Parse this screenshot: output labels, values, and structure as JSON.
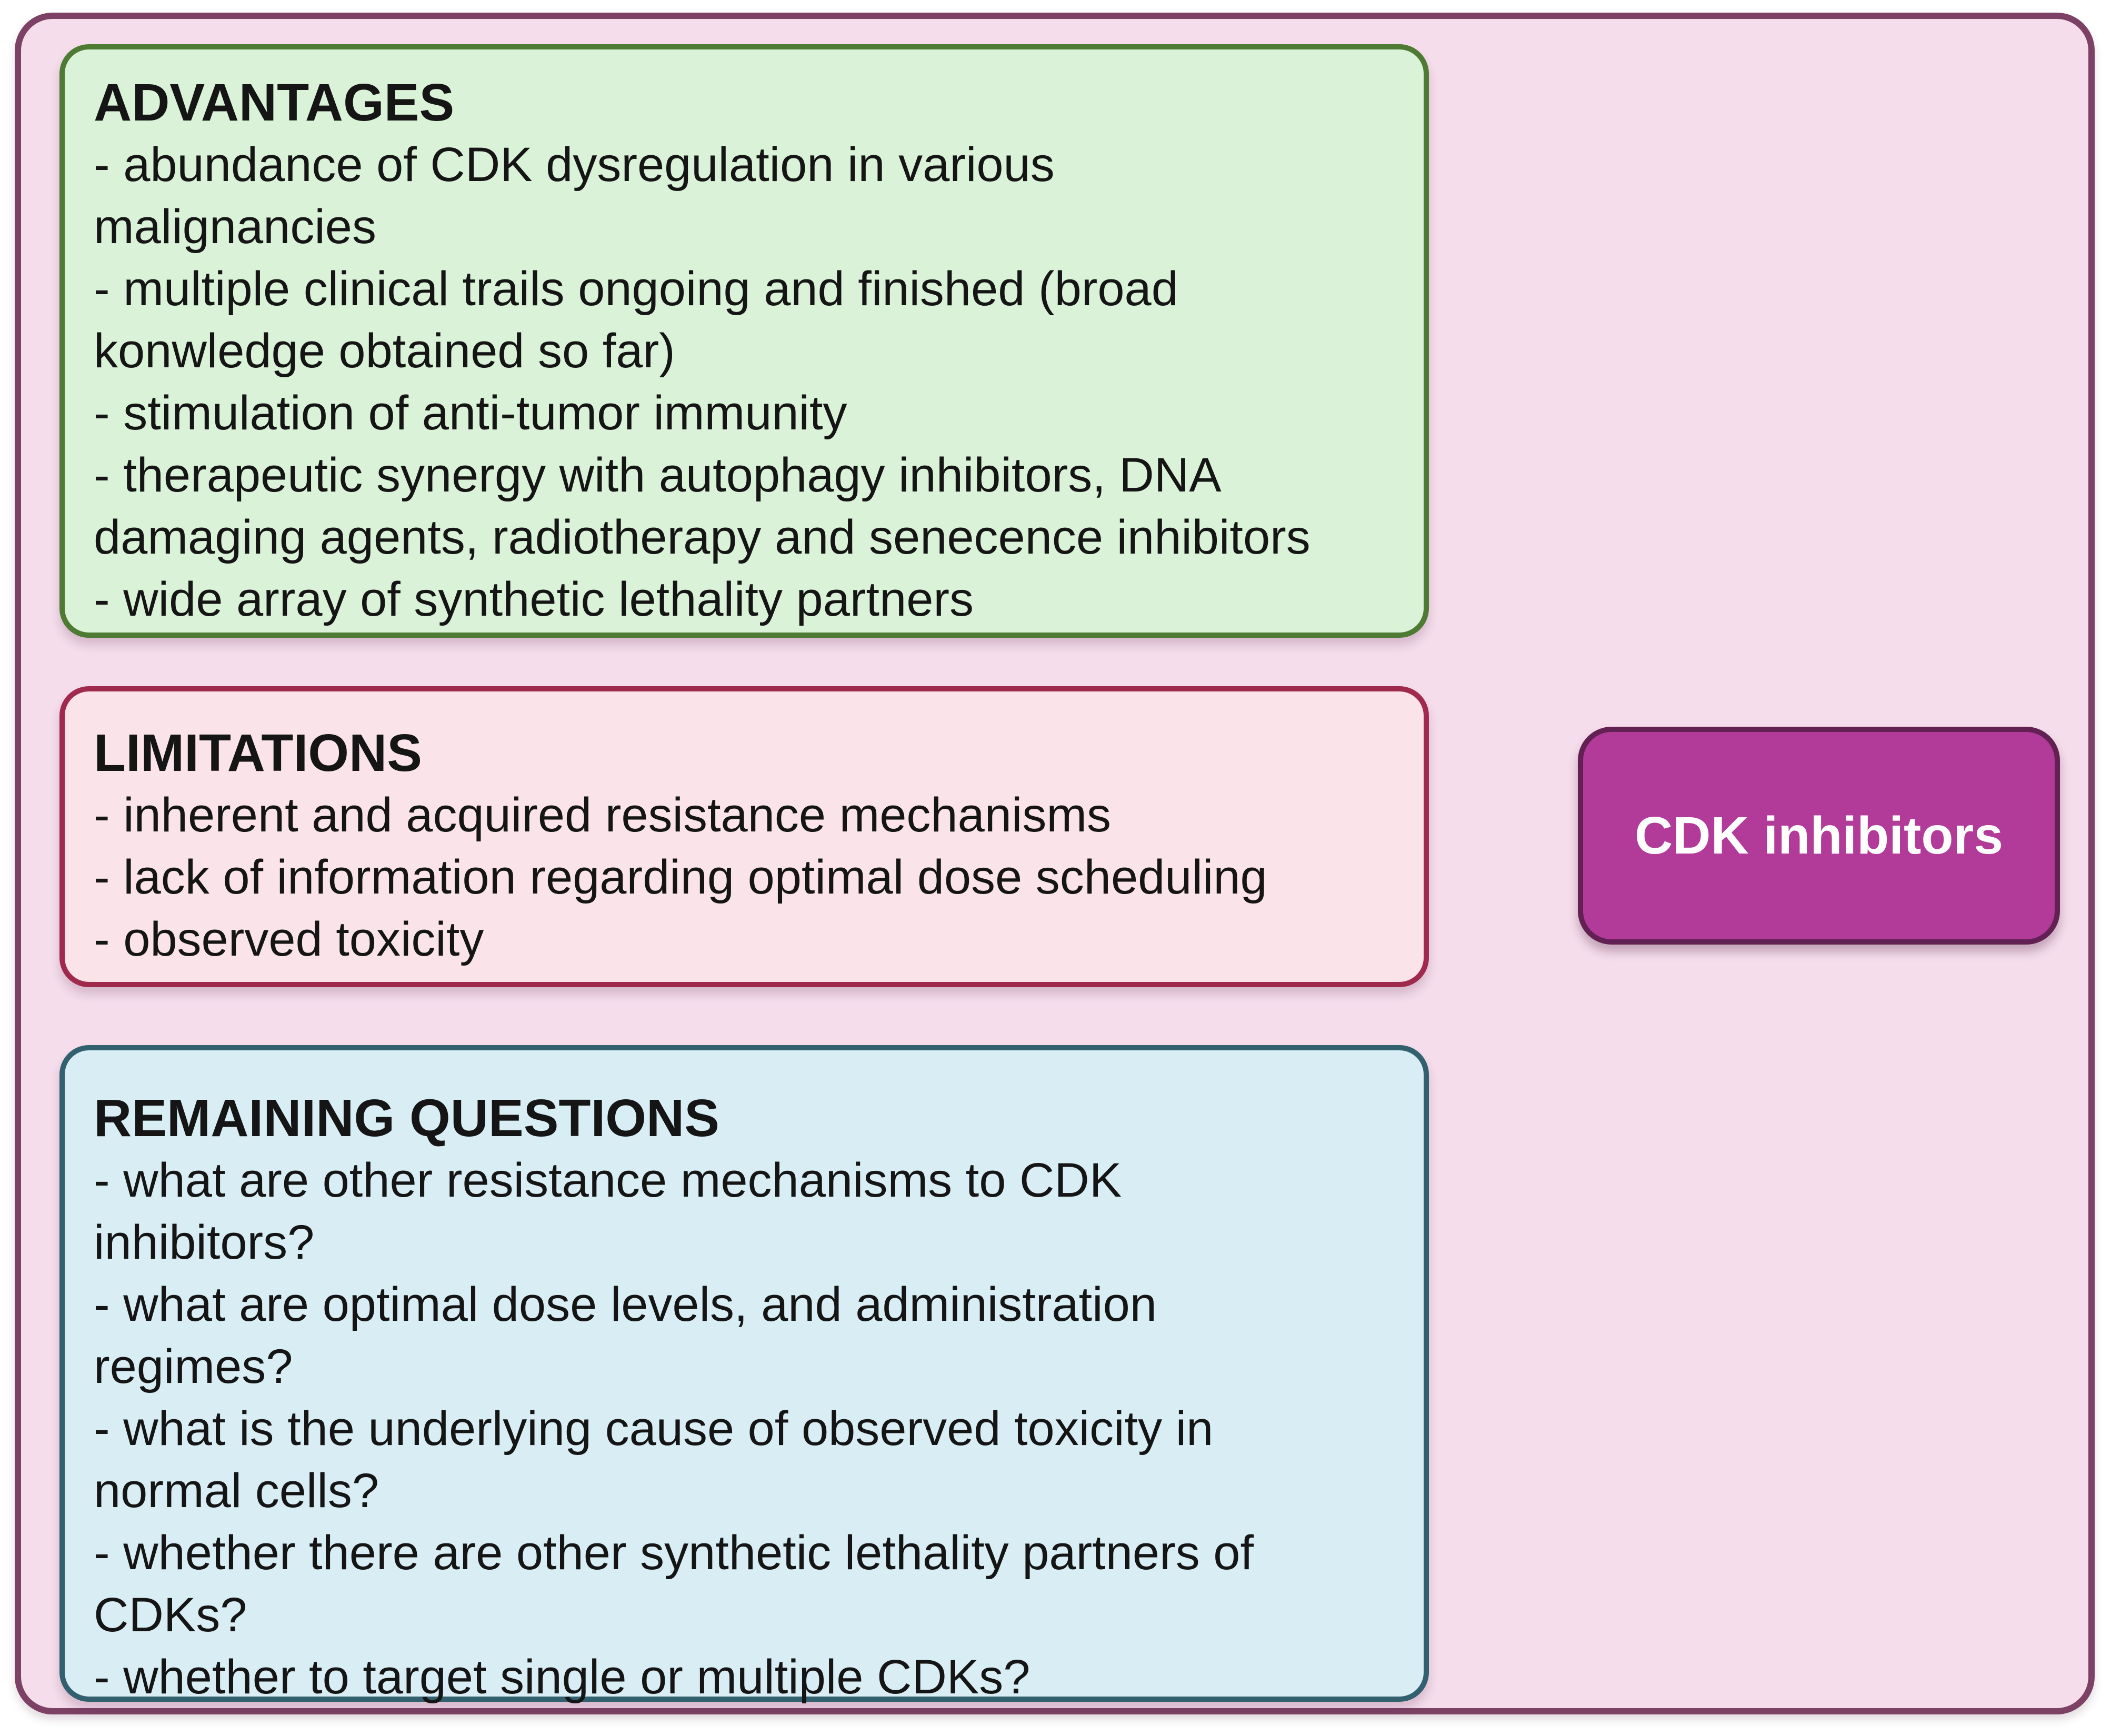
{
  "figure": {
    "background_color": "#ffffff",
    "panel": {
      "fill_color": "#f5ddeb",
      "border_color": "#7c4164"
    },
    "boxes": {
      "advantages": {
        "title": "ADVANTAGES",
        "fill_color": "#daf2d8",
        "border_color": "#4e7b33",
        "items": [
          "- abundance of CDK dysregulation in various\nmalignancies",
          "- multiple clinical trails ongoing and finished (broad\nkonwledge obtained so far)",
          "- stimulation of anti-tumor immunity",
          "- therapeutic synergy with autophagy inhibitors, DNA\ndamaging agents, radiotherapy and senecence inhibitors",
          "- wide array of synthetic lethality partners"
        ]
      },
      "limitations": {
        "title": "LIMITATIONS",
        "fill_color": "#fae4e9",
        "border_color": "#a02a4d",
        "items": [
          "- inherent and acquired resistance mechanisms",
          "- lack of information regarding optimal dose scheduling",
          "- observed toxicity"
        ]
      },
      "remaining_questions": {
        "title": "REMAINING QUESTIONS",
        "fill_color": "#d8eef4",
        "border_color": "#33606f",
        "items": [
          "- what are other resistance mechanisms to CDK\ninhibitors?",
          "- what are optimal dose levels, and administration\nregimes?",
          "- what is the underlying cause of observed toxicity in\nnormal cells?",
          "- whether there are other synthetic lethality partners of\nCDKs?",
          "- whether to target single or multiple CDKs?"
        ]
      }
    },
    "node": {
      "label": "CDK inhibitors",
      "fill_color": "#b23b99",
      "border_color": "#632052",
      "text_color": "#ffffff"
    }
  }
}
